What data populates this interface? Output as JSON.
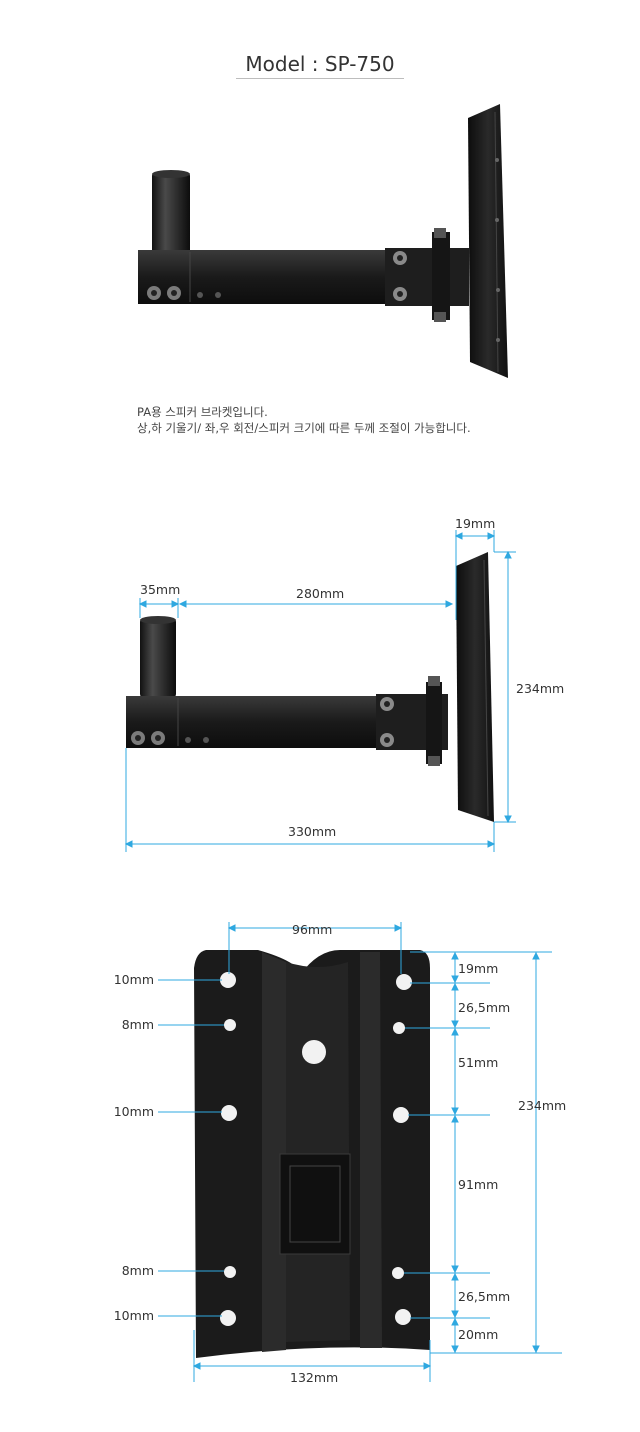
{
  "header": {
    "title": "Model : SP-750"
  },
  "description": {
    "line1": "PA용 스피커 브라켓입니다.",
    "line2": "상,하 기울기/ 좌,우 회전/스피커 크기에 따른 두께 조절이 가능합니다."
  },
  "side_view_dimensions": {
    "top_depth": "19mm",
    "pole": "35mm",
    "arm": "280mm",
    "height": "234mm",
    "total_length": "330mm"
  },
  "plate_dimensions": {
    "top_width": "96mm",
    "bottom_width": "132mm",
    "total_height": "234mm",
    "left_holes": [
      "10mm",
      "8mm",
      "10mm",
      "8mm",
      "10mm"
    ],
    "right_spacings": [
      "19mm",
      "26,5mm",
      "51mm",
      "91mm",
      "26,5mm",
      "20mm"
    ]
  },
  "colors": {
    "dimension_line": "#2fa8e0",
    "metal": "#1c1c1c",
    "background": "#ffffff"
  }
}
